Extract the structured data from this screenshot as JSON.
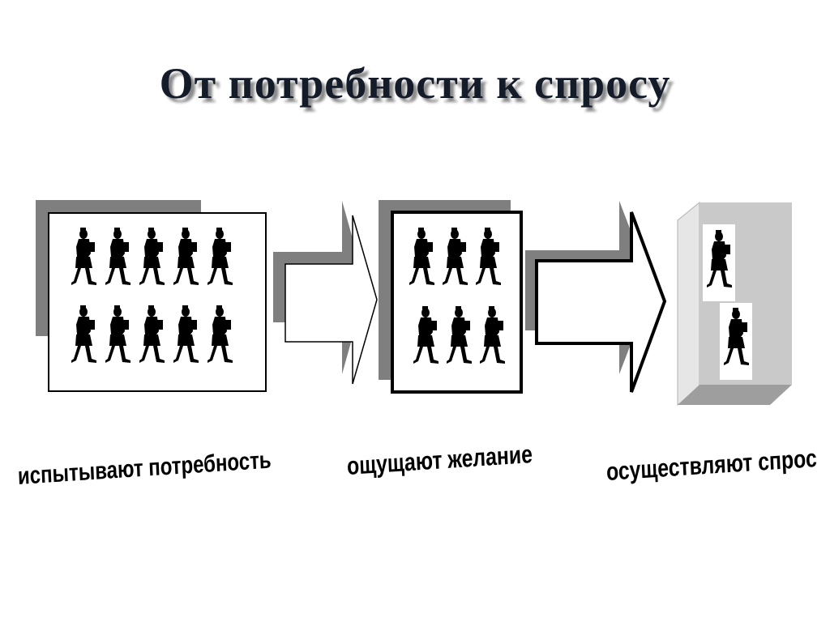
{
  "title": "От потребности к спросу",
  "stages": [
    {
      "id": "need",
      "caption": "испытывают потребность",
      "people_count": 10
    },
    {
      "id": "want",
      "caption": "ощущают желание",
      "people_count": 6
    },
    {
      "id": "demand",
      "caption": "осуществляют спрос",
      "people_count": 2
    }
  ],
  "colors": {
    "title": "#141b29",
    "title_shadow": "#8a8a8a",
    "panel_shadow": "#7f7f7f",
    "box_light": "#e6e6e6",
    "box_mid": "#c9c9c9",
    "box_dark": "#9e9e9e",
    "silhouette": "#000000"
  },
  "icons": {
    "person": "walking-woman-silhouette-icon",
    "arrow": "right-arrow-icon"
  }
}
